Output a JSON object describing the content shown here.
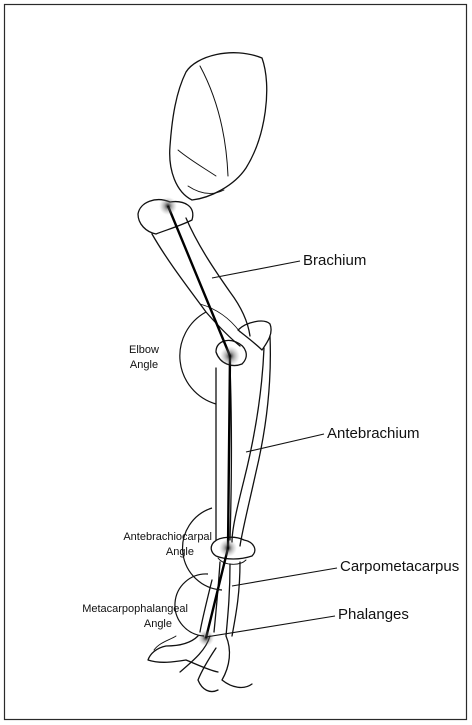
{
  "colors": {
    "outline": "#111111",
    "border": "#2a2a2a",
    "background": "#ffffff",
    "joint_glow": "#8a8a8a"
  },
  "labels": {
    "brachium": "Brachium",
    "elbow_angle_line1": "Elbow",
    "elbow_angle_line2": "Angle",
    "antebrachium": "Antebrachium",
    "antebrachiocarpal_line1": "Antebrachiocarpal",
    "antebrachiocarpal_line2": "Angle",
    "carpometacarpus": "Carpometacarpus",
    "metacarpophalangeal_line1": "Metacarpophalangeal",
    "metacarpophalangeal_line2": "Angle",
    "phalanges": "Phalanges"
  }
}
